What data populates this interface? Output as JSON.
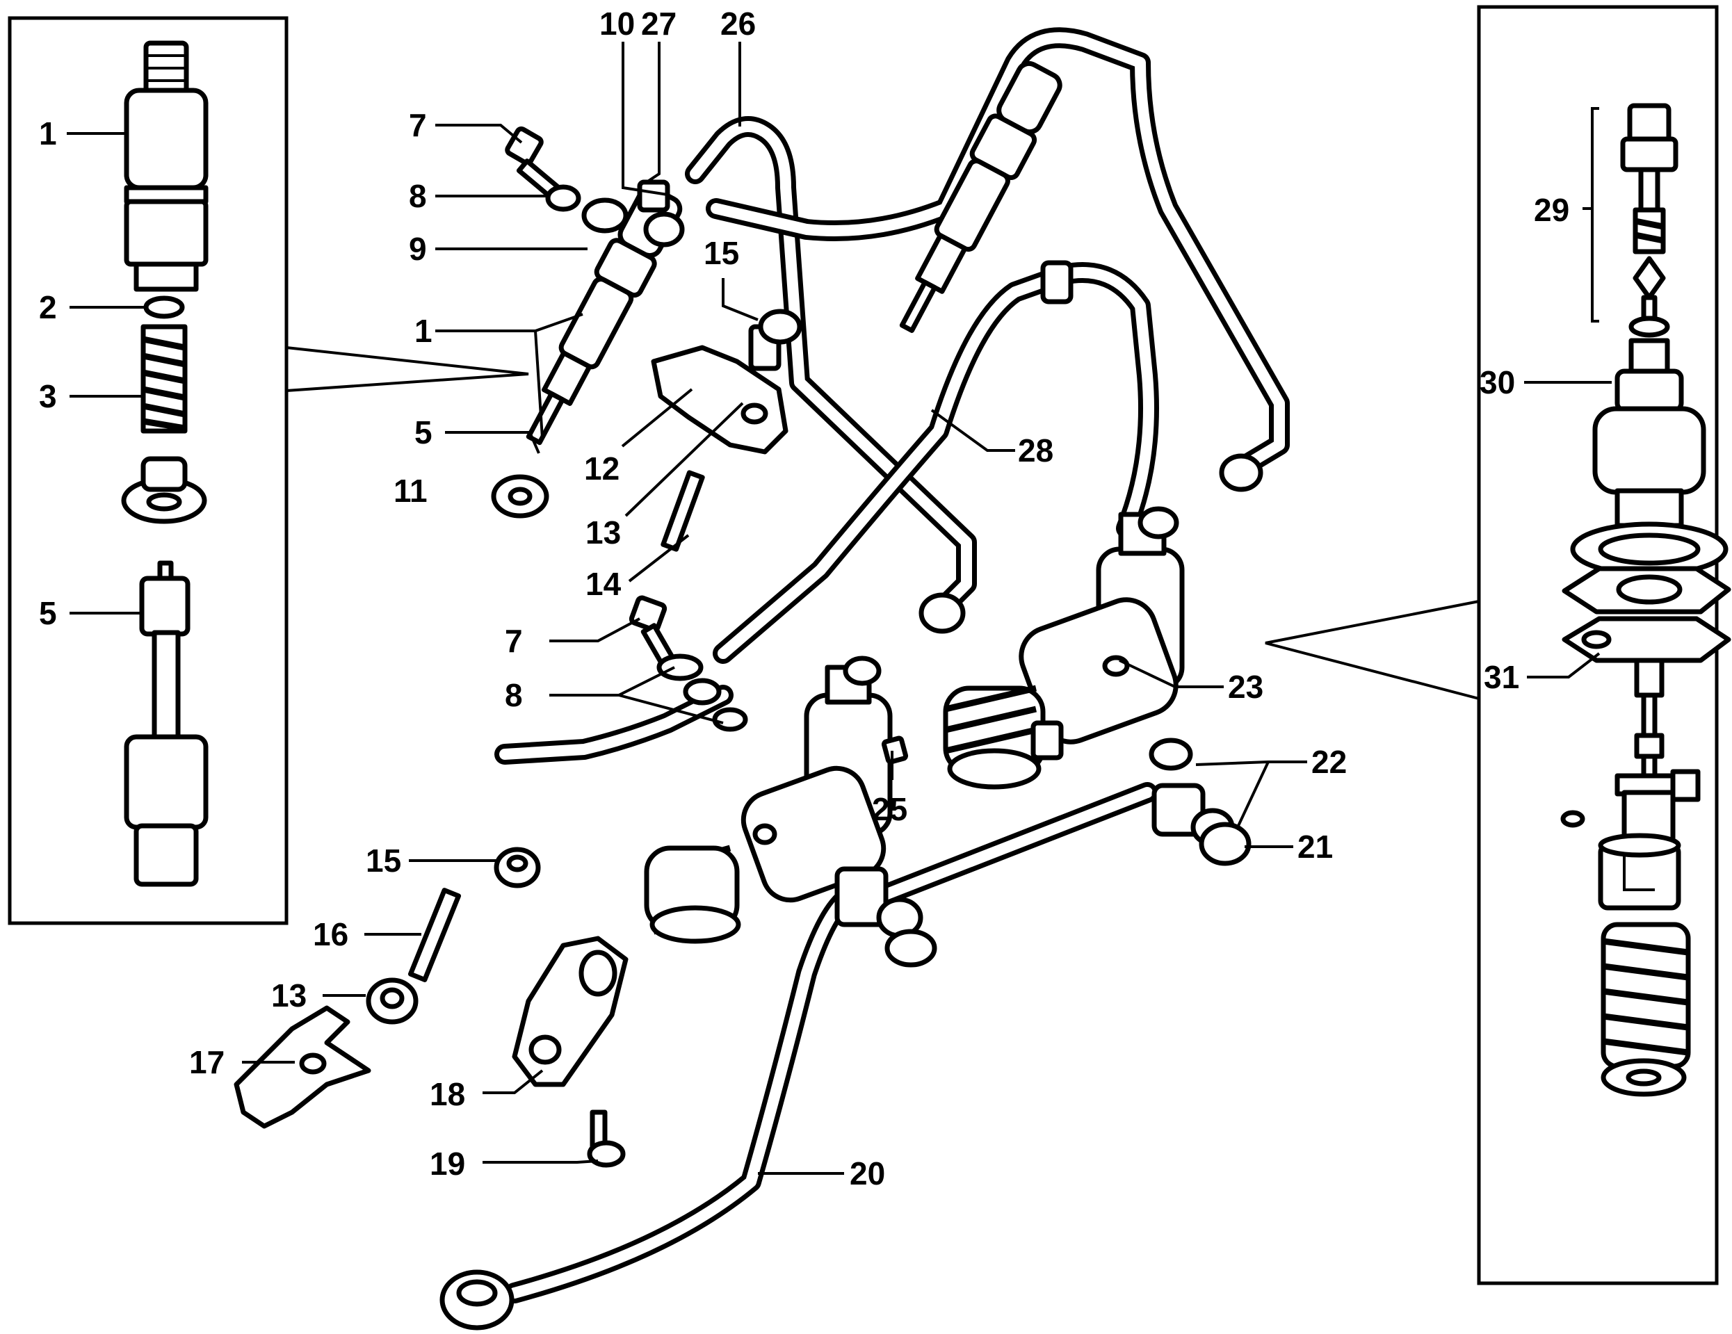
{
  "callouts": [
    {
      "id": "c-1-detail",
      "text": "1"
    },
    {
      "id": "c-2-detail",
      "text": "2"
    },
    {
      "id": "c-3-detail",
      "text": "3"
    },
    {
      "id": "c-5-detail",
      "text": "5"
    },
    {
      "id": "c-7-top",
      "text": "7"
    },
    {
      "id": "c-8-top",
      "text": "8"
    },
    {
      "id": "c-9",
      "text": "9"
    },
    {
      "id": "c-1-main",
      "text": "1"
    },
    {
      "id": "c-5-main",
      "text": "5"
    },
    {
      "id": "c-11",
      "text": "11"
    },
    {
      "id": "c-10",
      "text": "10"
    },
    {
      "id": "c-27",
      "text": "27"
    },
    {
      "id": "c-26",
      "text": "26"
    },
    {
      "id": "c-15-top",
      "text": "15"
    },
    {
      "id": "c-12",
      "text": "12"
    },
    {
      "id": "c-13-top",
      "text": "13"
    },
    {
      "id": "c-14",
      "text": "14"
    },
    {
      "id": "c-28",
      "text": "28"
    },
    {
      "id": "c-7-mid",
      "text": "7"
    },
    {
      "id": "c-8-mid",
      "text": "8"
    },
    {
      "id": "c-23",
      "text": "23"
    },
    {
      "id": "c-25",
      "text": "25"
    },
    {
      "id": "c-22",
      "text": "22"
    },
    {
      "id": "c-21",
      "text": "21"
    },
    {
      "id": "c-15-bot",
      "text": "15"
    },
    {
      "id": "c-16",
      "text": "16"
    },
    {
      "id": "c-13-bot",
      "text": "13"
    },
    {
      "id": "c-17",
      "text": "17"
    },
    {
      "id": "c-18",
      "text": "18"
    },
    {
      "id": "c-19",
      "text": "19"
    },
    {
      "id": "c-20",
      "text": "20"
    },
    {
      "id": "c-29",
      "text": "29"
    },
    {
      "id": "c-30",
      "text": "30"
    },
    {
      "id": "c-31",
      "text": "31"
    }
  ]
}
